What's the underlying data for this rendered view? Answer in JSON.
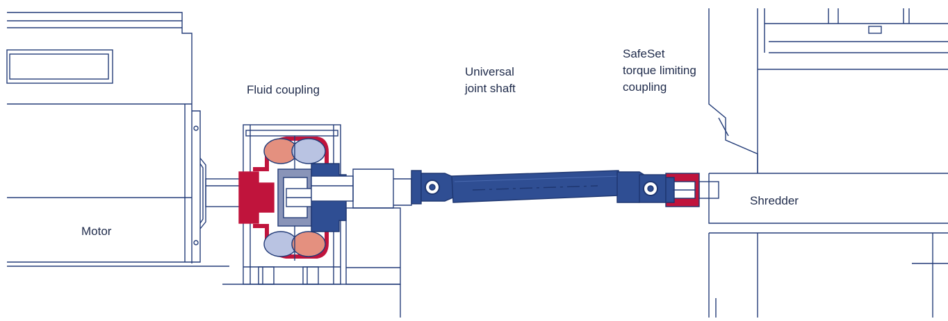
{
  "labels": {
    "fluid_coupling": "Fluid coupling",
    "universal_joint": [
      "Universal",
      "joint shaft"
    ],
    "safeset": [
      "SafeSet",
      "torque limiting",
      "coupling"
    ],
    "shredder": "Shredder",
    "motor": "Motor"
  },
  "colors": {
    "line": "#233c78",
    "shaft": "#2f4e93",
    "shaft_dark": "#1e3670",
    "red": "#c0143c",
    "pink": "#e4907f",
    "lavender": "#b9c3e2",
    "gray": "#6b7690"
  }
}
